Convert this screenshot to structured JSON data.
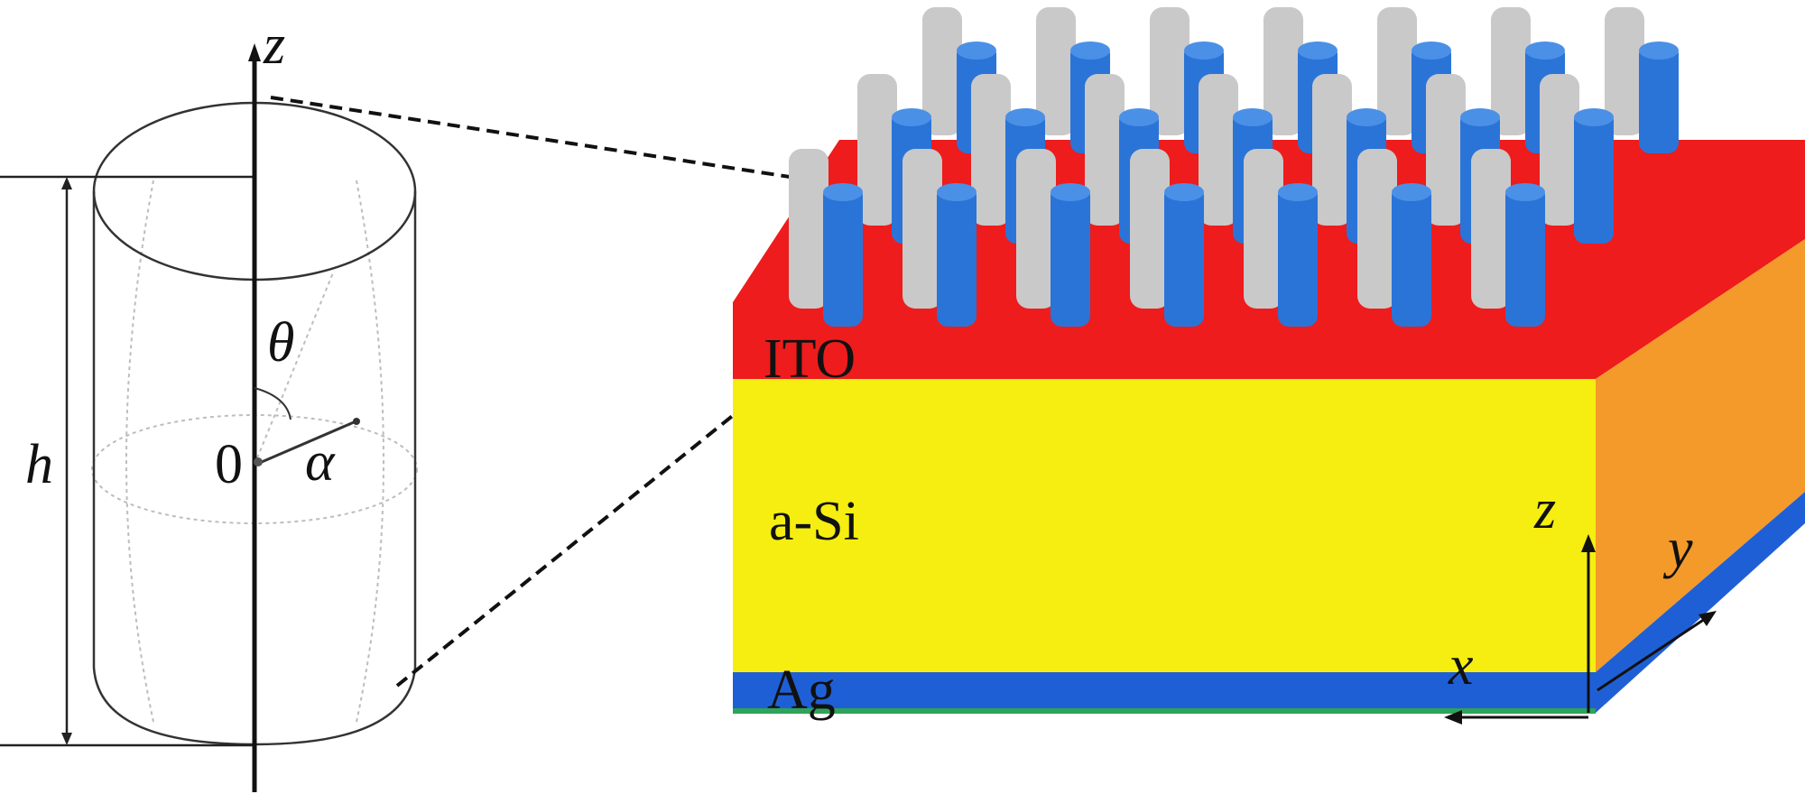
{
  "cylinder": {
    "axis_label": "z",
    "height_label": "h",
    "angle_label": "θ",
    "radius_label": "α",
    "origin_label": "0"
  },
  "layers": {
    "top": "ITO",
    "middle": "a-Si",
    "bottom": "Ag"
  },
  "axes": {
    "x": "x",
    "y": "y",
    "z": "z"
  },
  "colors": {
    "ito": "#ee1c1c",
    "asi": "#f5ee10",
    "ag": "#1f5fd6",
    "side": "#f39a2a",
    "pillar": "#2a74d8",
    "shadow": "#c9c9c9"
  }
}
